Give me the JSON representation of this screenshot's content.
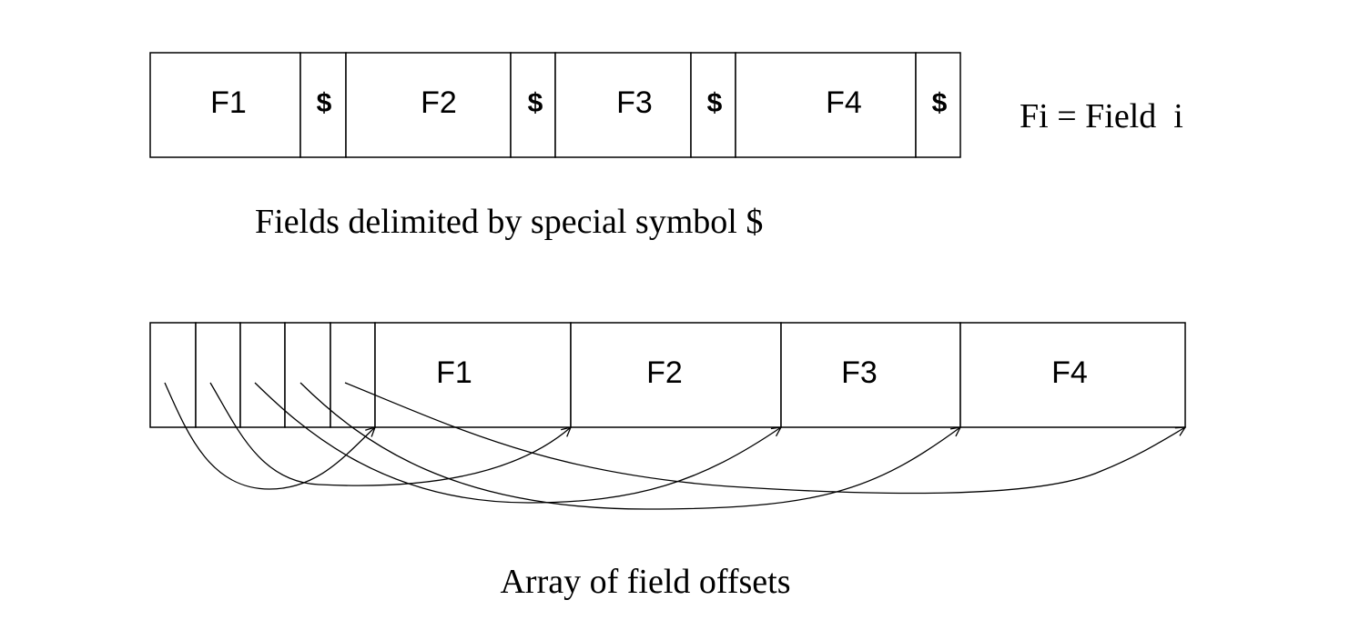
{
  "delimited_record": {
    "cells": [
      {
        "kind": "field",
        "label": "F1"
      },
      {
        "kind": "delimiter",
        "label": "$"
      },
      {
        "kind": "field",
        "label": "F2"
      },
      {
        "kind": "delimiter",
        "label": "$"
      },
      {
        "kind": "field",
        "label": "F3"
      },
      {
        "kind": "delimiter",
        "label": "$"
      },
      {
        "kind": "field",
        "label": "F4"
      },
      {
        "kind": "delimiter",
        "label": "$"
      }
    ],
    "legend": "Fi = Field  i",
    "caption": "Fields delimited by special symbol $"
  },
  "offset_record": {
    "offset_slot_count": 5,
    "fields": [
      "F1",
      "F2",
      "F3",
      "F4"
    ],
    "caption": "Array of field offsets"
  }
}
